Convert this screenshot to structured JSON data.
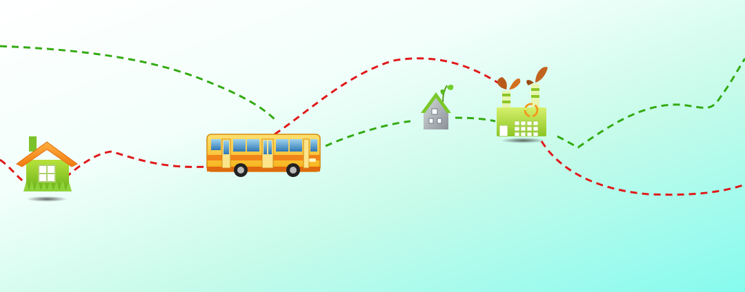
{
  "scene": {
    "background_colors": [
      "#ffffff",
      "#c8fbea",
      "#86fbef"
    ],
    "routes": [
      {
        "name": "green-route",
        "color": "#33aa11",
        "style": "dashed"
      },
      {
        "name": "red-route",
        "color": "#e01818",
        "style": "dashed"
      }
    ],
    "icons": [
      "home-icon",
      "bus-icon",
      "eco-house-icon",
      "eco-factory-icon"
    ]
  }
}
